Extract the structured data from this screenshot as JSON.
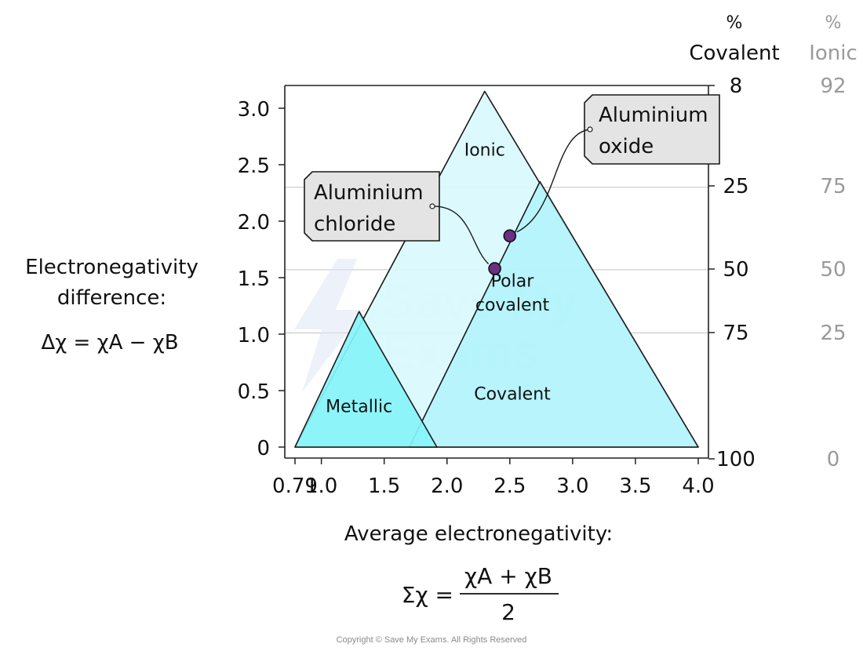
{
  "chart_data": {
    "type": "diagram-triangle",
    "x": {
      "ticks": [
        0.79,
        1.0,
        1.5,
        2.0,
        2.5,
        3.0,
        3.5,
        4.0
      ],
      "tick_labels": [
        "0.79",
        "1.0",
        "1.5",
        "2.0",
        "2.5",
        "3.0",
        "3.5",
        "4.0"
      ],
      "range": [
        0.79,
        4.0
      ]
    },
    "y": {
      "ticks": [
        0,
        0.5,
        1.0,
        1.5,
        2.0,
        2.5,
        3.0
      ],
      "tick_labels": [
        "0",
        "0.5",
        "1.0",
        "1.5",
        "2.0",
        "2.5",
        "3.0"
      ],
      "range": [
        0,
        3.15
      ]
    },
    "ylabel_lines": [
      "Electronegativity",
      "difference:"
    ],
    "ylabel_formula": "Δχ = χA − χB",
    "xlabel": "Average electronegativity:",
    "xlabel_formula": {
      "lhs": "Σχ =",
      "numerator": "χA + χB",
      "denominator": "2"
    },
    "right_axis": {
      "covalent_header": [
        "%",
        "Covalent"
      ],
      "ionic_header": [
        "%",
        "Ionic"
      ],
      "rows": [
        {
          "delta": 3.0,
          "covalent": "8",
          "ionic": "92"
        },
        {
          "delta": 2.3,
          "covalent": "25",
          "ionic": "75"
        },
        {
          "delta": 1.57,
          "covalent": "50",
          "ionic": "50"
        },
        {
          "delta": 1.01,
          "covalent": "75",
          "ionic": "25"
        },
        {
          "delta": 0.0,
          "covalent": "100",
          "ionic": "0"
        }
      ]
    },
    "regions": [
      {
        "name": "Ionic",
        "color": "#d9fafd",
        "vertices": [
          [
            0.79,
            0.0
          ],
          [
            2.3,
            3.15
          ],
          [
            4.0,
            0.0
          ]
        ]
      },
      {
        "name": "Covalent",
        "color": "#b3f3fb",
        "vertices": [
          [
            1.7,
            0.0
          ],
          [
            2.74,
            2.35
          ],
          [
            4.0,
            0.0
          ]
        ]
      },
      {
        "name": "Metallic",
        "color": "#85f4fa",
        "vertices": [
          [
            0.79,
            0.0
          ],
          [
            1.3,
            1.2
          ],
          [
            1.92,
            0.0
          ]
        ]
      }
    ],
    "region_labels": [
      {
        "text": "Ionic",
        "x": 2.3,
        "y": 2.58
      },
      {
        "text": "Polar",
        "x": 2.52,
        "y": 1.42
      },
      {
        "text": "covalent",
        "x": 2.52,
        "y": 1.21
      },
      {
        "text": "Covalent",
        "x": 2.52,
        "y": 0.42
      },
      {
        "text": "Metallic",
        "x": 1.3,
        "y": 0.31
      }
    ],
    "points": [
      {
        "name": "Aluminium chloride",
        "x": 2.38,
        "y": 1.58,
        "color": "#6b2f86",
        "label_lines": [
          "Aluminium",
          "chloride"
        ]
      },
      {
        "name": "Aluminium oxide",
        "x": 2.5,
        "y": 1.87,
        "color": "#6b2f86",
        "label_lines": [
          "Aluminium",
          "oxide"
        ]
      }
    ],
    "watermark": [
      "Save My",
      "Exams"
    ],
    "colors": {
      "axis": "#222222",
      "grid": "#c4c4c4",
      "ionic_axis": "#9a9a9a",
      "label_box": "#e4e4e4",
      "watermark": "#dfe6f4"
    }
  },
  "copyright": "Copyright © Save My Exams. All Rights Reserved"
}
